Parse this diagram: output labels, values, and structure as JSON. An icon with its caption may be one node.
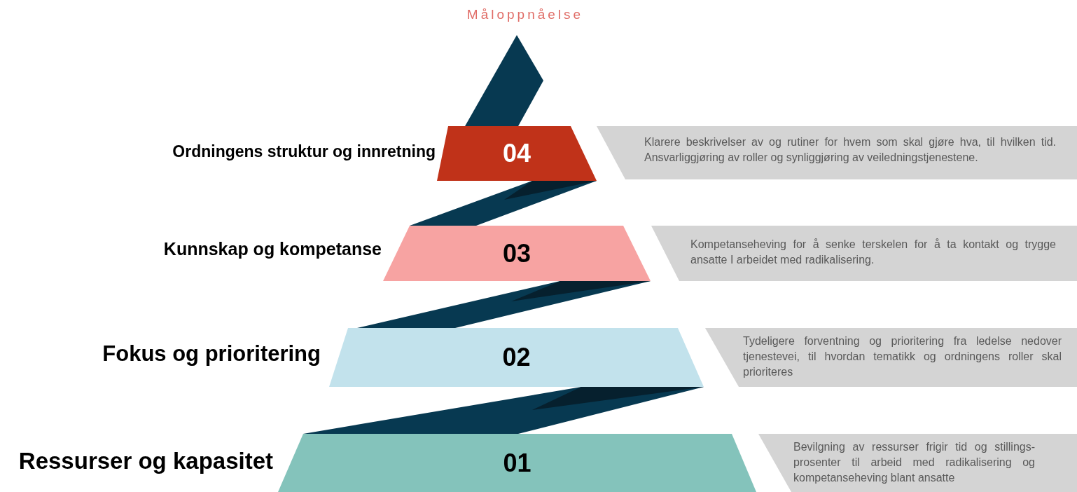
{
  "diagram": {
    "title": "Måloppnåelse",
    "nodes": [
      {
        "text": [
          "04"
        ],
        "beside": [
          "Ordningens struktur og innretning"
        ]
      },
      {
        "text": [
          "Klarere beskrivelser av og rutiner for hvem som skal gjøre hva, til hvilken tid. Ansvarliggjøring av roller og synliggjøring av veiledningstjenestene."
        ]
      },
      {
        "text": [
          "03"
        ],
        "beside": [
          "Kunnskap og kompetanse"
        ]
      },
      {
        "text": [
          "Kompetanseheving for å senke terskelen for å ta kontakt og trygge ansatte I arbeidet med radikalisering."
        ]
      },
      {
        "text": [
          "02"
        ],
        "beside": [
          "Fokus og prioritering"
        ]
      },
      {
        "text": [
          "Tydeligere forventning og prioritering fra ledelse nedover tjenestevei, til hvordan tematikk og ordningens roller skal prioriteres"
        ]
      },
      {
        "text": [
          "01"
        ],
        "beside": [
          "Ressurser og kapasitet"
        ]
      },
      {
        "text": [
          "Bevilgning av ressurser frigir tid og stillings-prosenter til arbeid med radikalisering og kompetanseheving blant ansatte"
        ]
      }
    ]
  }
}
